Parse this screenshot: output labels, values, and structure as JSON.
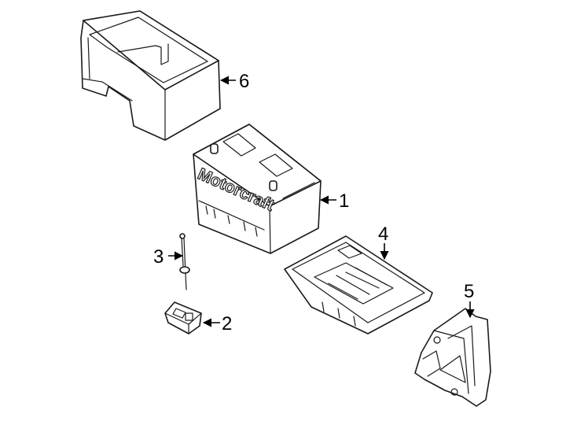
{
  "battery_brand": "Motorcraft",
  "callouts": [
    {
      "id": "1",
      "label": "1"
    },
    {
      "id": "2",
      "label": "2"
    },
    {
      "id": "3",
      "label": "3"
    },
    {
      "id": "4",
      "label": "4"
    },
    {
      "id": "5",
      "label": "5"
    },
    {
      "id": "6",
      "label": "6"
    }
  ]
}
